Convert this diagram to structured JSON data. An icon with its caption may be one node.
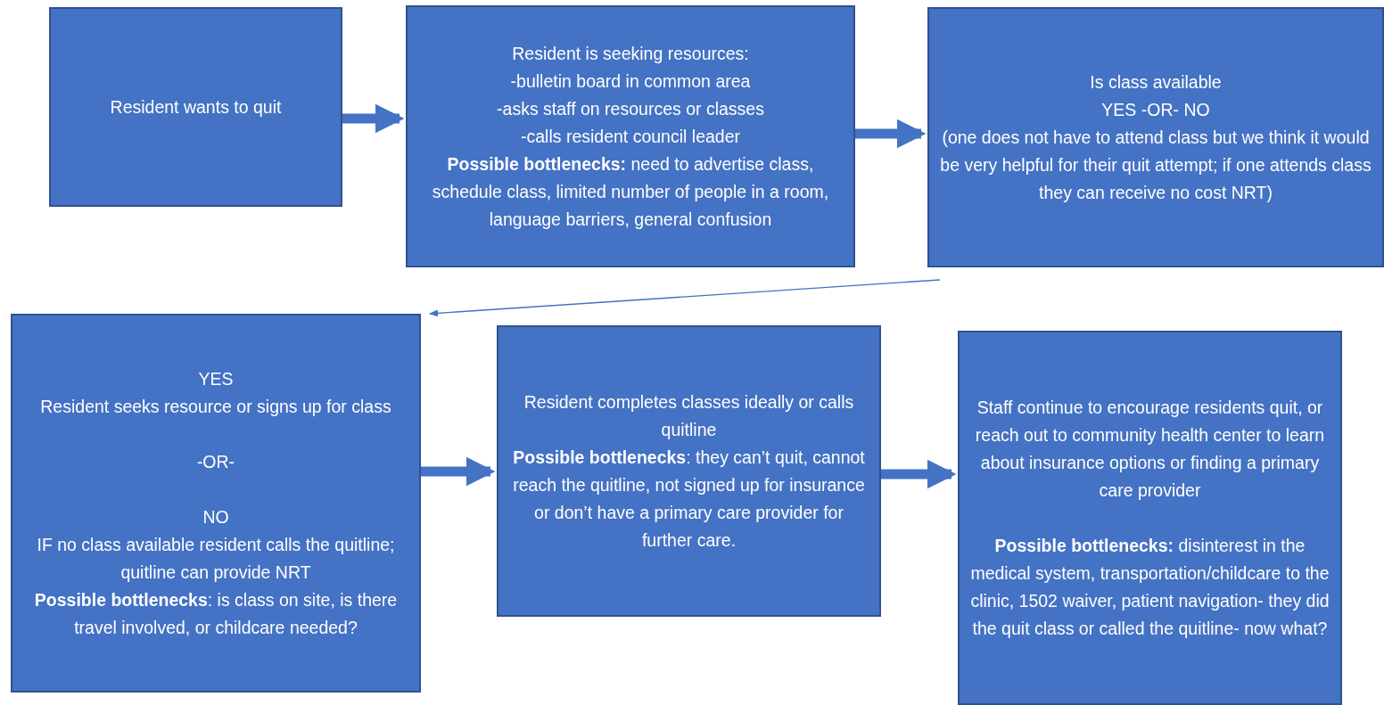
{
  "diagram": {
    "nodes": [
      {
        "text": [
          "Resident wants to quit"
        ]
      },
      {
        "text": [
          "Resident is seeking resources:",
          "-bulletin board in common area",
          "-asks staff on resources or classes",
          "-calls resident council leader",
          "**Possible bottlenecks:** need to advertise class, schedule class, limited number of people in a room, language barriers, general confusion"
        ]
      },
      {
        "text": [
          "Is class available",
          "YES  -OR-  NO",
          "(one does not have to attend class but we think it would be very helpful for their quit attempt; if one attends class they can receive no cost NRT)"
        ]
      },
      {
        "text": [
          "YES",
          "Resident seeks resource or signs up for class",
          "-OR-",
          "NO",
          "IF no class available resident calls the quitline; quitline can provide NRT",
          "**Possible bottlenecks**: is class on site, is there travel involved, or childcare needed?"
        ]
      },
      {
        "text": [
          "Resident completes classes ideally or calls quitline",
          "**Possible bottlenecks**: they can’t quit, cannot reach the quitline, not signed up for insurance or don’t have a primary care provider for further care."
        ]
      },
      {
        "text": [
          "Staff continue to encourage residents quit, or reach out to community health center to learn about insurance options or finding a primary care provider",
          "**Possible bottlenecks:** disinterest in the medical system, transportation/childcare to the clinic, 1502 waiver, patient navigation- they did the quit class or called the quitline- now what?"
        ]
      }
    ],
    "edges": [
      {
        "from": 0,
        "to": 1,
        "arrow": "to"
      },
      {
        "from": 1,
        "to": 2,
        "arrow": "to"
      },
      {
        "from": 2,
        "to": 3,
        "arrow": "to"
      },
      {
        "from": 3,
        "to": 4,
        "arrow": "to"
      },
      {
        "from": 4,
        "to": 5,
        "arrow": "to"
      }
    ]
  }
}
